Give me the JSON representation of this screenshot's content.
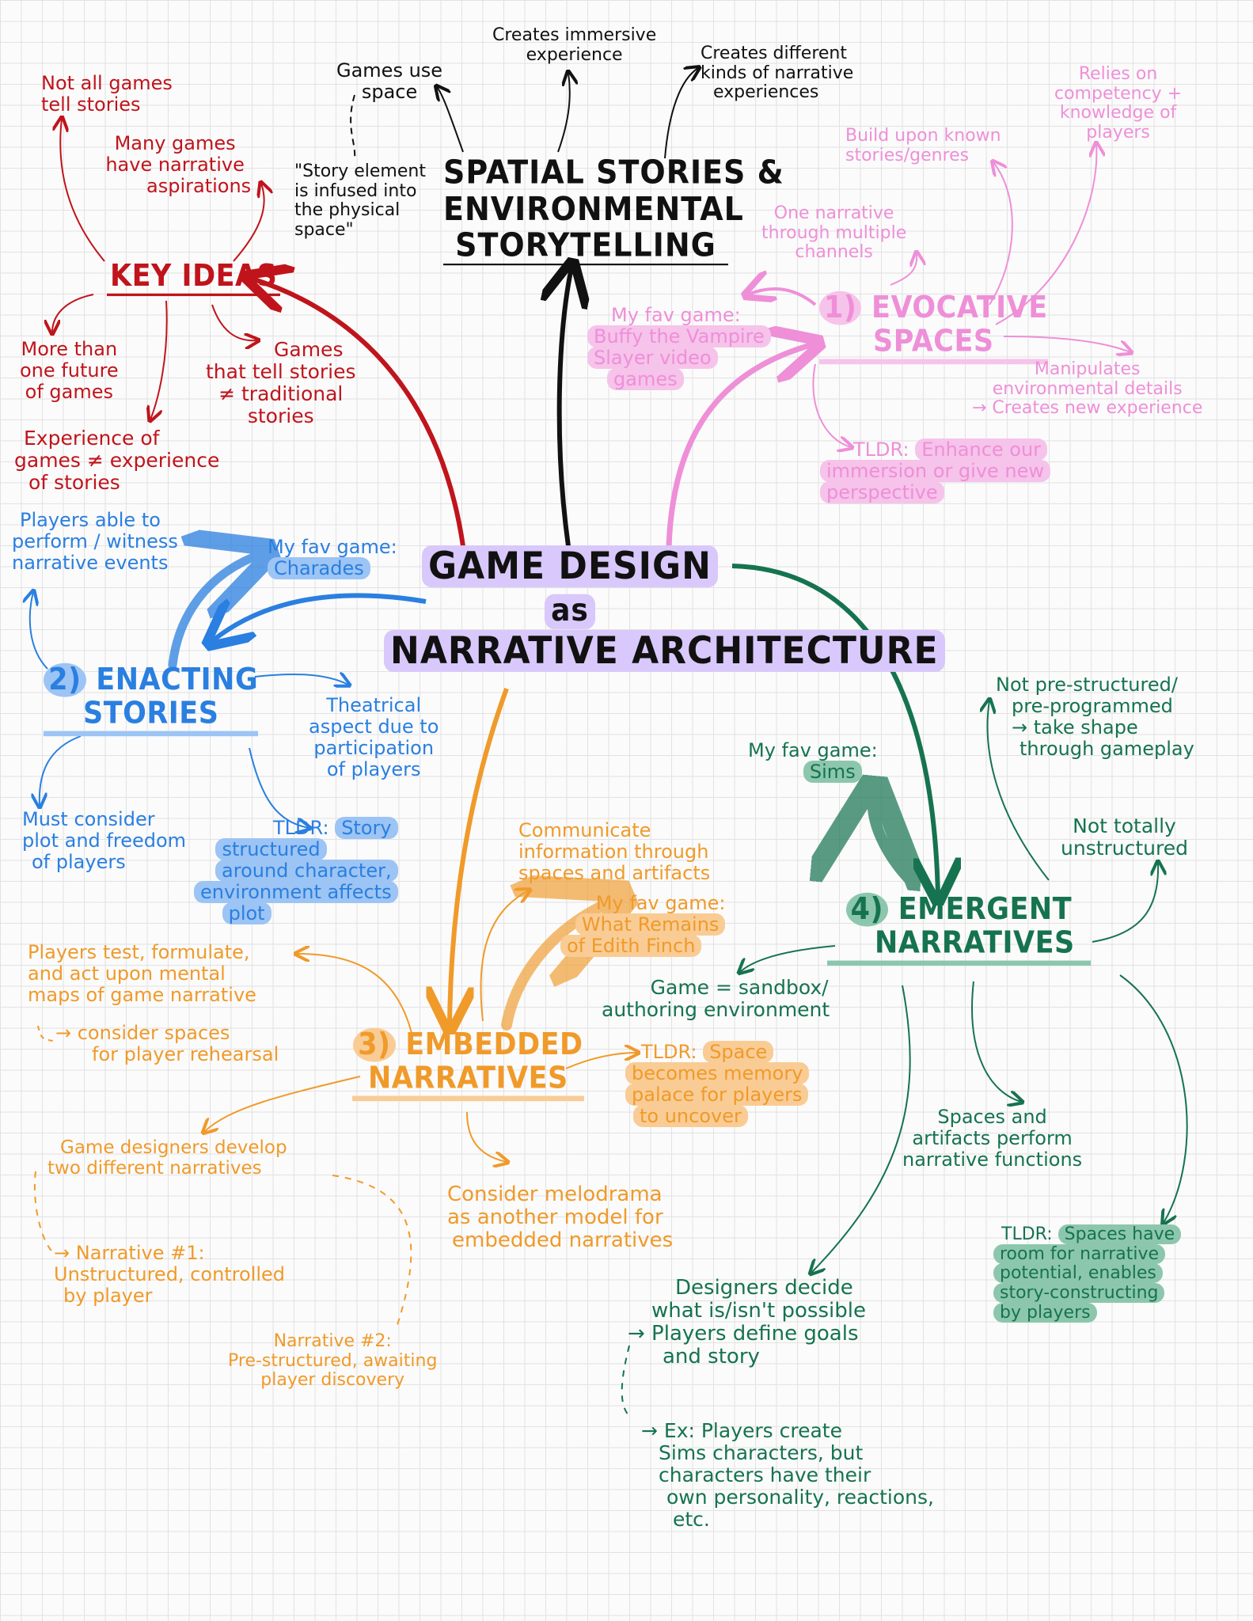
{
  "center": {
    "lines": [
      "GAME DESIGN",
      "as",
      "NARRATIVE ARCHITECTURE"
    ],
    "highlight": "#d9c8fb"
  },
  "colors": {
    "key": "#c0141c",
    "spatial": "#111111",
    "evocative": "#ee8fd8",
    "enacting": "#2a7fe0",
    "embedded": "#f09a2a",
    "emergent": "#16734f"
  },
  "spatial": {
    "title": [
      "SPATIAL STORIES &",
      "ENVIRONMENTAL",
      "STORYTELLING"
    ],
    "notes": {
      "space_use": [
        "Games use",
        "space"
      ],
      "quote": [
        "\"Story element",
        "is infused into",
        "the physical",
        "space\""
      ],
      "immersive": [
        "Creates immersive",
        "experience"
      ],
      "kinds": [
        "Creates different",
        "kinds of narrative",
        "experiences"
      ]
    }
  },
  "key_ideas": {
    "title": "KEY IDEAS",
    "notes": {
      "not_all": [
        "Not all games",
        "tell stories"
      ],
      "many": [
        "Many games",
        "have narrative",
        "aspirations"
      ],
      "more_than": [
        "More than",
        "one future",
        "of games"
      ],
      "tell_stories": [
        "Games",
        "that tell stories",
        "≠ traditional",
        "stories"
      ],
      "experience": [
        "Experience of",
        "games ≠ experience",
        "of stories"
      ]
    }
  },
  "evocative": {
    "title_num": "1)",
    "title": [
      "EVOCATIVE",
      "SPACES"
    ],
    "notes": {
      "fav_label": "My fav game:",
      "fav_game": [
        "Buffy the Vampire",
        "Slayer video",
        "games"
      ],
      "one_narrative": [
        "One narrative",
        "through multiple",
        "channels"
      ],
      "build": [
        "Build upon known",
        "stories/genres"
      ],
      "relies": [
        "Relies on",
        "competency +",
        "knowledge of",
        "players"
      ],
      "manipulates": [
        "Manipulates",
        "environmental details",
        "→ Creates new experience"
      ],
      "tldr_label": "TLDR:",
      "tldr": [
        "Enhance our",
        "immersion or give new",
        "perspective"
      ]
    }
  },
  "enacting": {
    "title_num": "2)",
    "title": [
      "ENACTING",
      "STORIES"
    ],
    "notes": {
      "players_able": [
        "Players able to",
        "perform / witness",
        "narrative events"
      ],
      "fav_label": "My fav game:",
      "fav_game": "Charades",
      "theatrical": [
        "Theatrical",
        "aspect due to",
        "participation",
        "of players"
      ],
      "must": [
        "Must consider",
        "plot and freedom",
        "of players"
      ],
      "tldr_label": "TLDR:",
      "tldr": [
        "Story",
        "structured",
        "around character,",
        "environment affects",
        "plot"
      ]
    }
  },
  "embedded": {
    "title_num": "3)",
    "title": [
      "EMBEDDED",
      "NARRATIVES"
    ],
    "notes": {
      "communicate": [
        "Communicate",
        "information through",
        "spaces and artifacts"
      ],
      "fav_label": "My fav game:",
      "fav_game": [
        "What Remains",
        "of Edith Finch"
      ],
      "players_test": [
        "Players test, formulate,",
        "and act upon mental",
        "maps of game narrative"
      ],
      "consider_spaces": [
        "→ consider spaces",
        "for player rehearsal"
      ],
      "tldr_label": "TLDR:",
      "tldr": [
        "Space",
        "becomes memory",
        "palace for players",
        "to uncover"
      ],
      "designers": [
        "Game designers develop",
        "two different narratives"
      ],
      "narr1": [
        "→ Narrative #1:",
        "Unstructured, controlled",
        "by player"
      ],
      "narr2": [
        "Narrative #2:",
        "Pre-structured, awaiting",
        "player discovery"
      ],
      "melodrama": [
        "Consider melodrama",
        "as another model for",
        "embedded narratives"
      ]
    }
  },
  "emergent": {
    "title_num": "4)",
    "title": [
      "EMERGENT",
      "NARRATIVES"
    ],
    "notes": {
      "fav_label": "My fav game:",
      "fav_game": "Sims",
      "not_pre": [
        "Not pre-structured/",
        "pre-programmed",
        "→ take shape",
        "through gameplay"
      ],
      "not_totally": [
        "Not totally",
        "unstructured"
      ],
      "sandbox": [
        "Game = sandbox/",
        "authoring environment"
      ],
      "spaces": [
        "Spaces and",
        "artifacts perform",
        "narrative functions"
      ],
      "tldr_label": "TLDR:",
      "tldr": [
        "Spaces have",
        "room for narrative",
        "potential, enables",
        "story-constructing",
        "by players"
      ],
      "designers": [
        "Designers decide",
        "what is/isn't possible",
        "→ Players define goals",
        "and story"
      ],
      "example": [
        "→ Ex: Players create",
        "Sims characters, but",
        "characters have their",
        "own personality, reactions,",
        "etc."
      ]
    }
  }
}
